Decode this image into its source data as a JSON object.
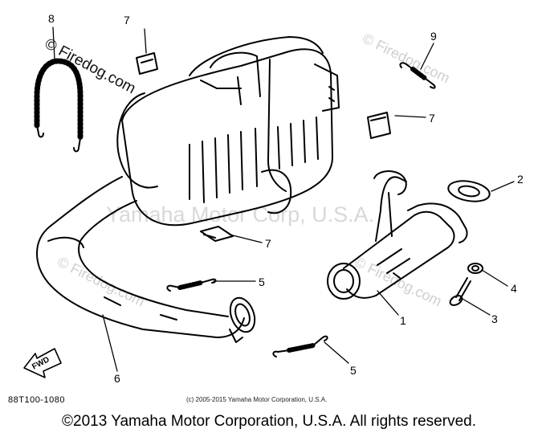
{
  "watermarks": {
    "firedog": "© Firedog.com",
    "yamaha": "Yamaha Motor Corp, U.S.A."
  },
  "callouts": {
    "exhaust_pipe": "1",
    "gasket": "2",
    "bolt": "3",
    "washer": "4",
    "spring_lower_left": "5",
    "spring_lower_right": "5",
    "muffler_pipe": "6",
    "damper_top": "7",
    "damper_right": "7",
    "damper_bottom": "7",
    "spring_coil_left": "8",
    "spring_top_right": "9"
  },
  "fwd_label": "FWD",
  "part_code": "88T100-1080",
  "small_copyright": "(c) 2005-2015 Yamaha Motor Corporation, U.S.A.",
  "footer": "©2013 Yamaha Motor Corporation, U.S.A. All rights reserved."
}
